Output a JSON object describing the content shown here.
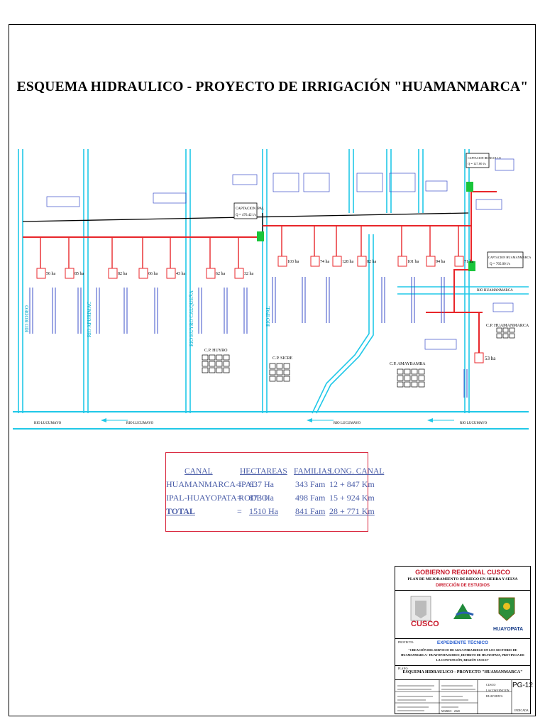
{
  "title": "ESQUEMA HIDRAULICO - PROYECTO DE IRRIGACIÓN \"HUAMANMARCA\"",
  "rivers": {
    "rodeo": "RIO RODEO",
    "apurimac": "RIO APURIMAC",
    "huyro_calquena": "RIO HUYRO CALQUEÑA",
    "ipal": "RIO IPAL",
    "huamanmarca": "RIO HUAMANMARCA",
    "lucumayo": "RIO LUCUMAYO"
  },
  "captaciones": {
    "ipal": "CAPTACION IPAL",
    "ipal_flow": "Q = 476.42 l/s",
    "huamanmarca": "CAPTACION HUAMANMARCA",
    "huamanmarca_flow": "Q = 765.00 l/s",
    "oncollo": "CAPTACION IRONCOLLO",
    "oncollo_flow": "Q = 127.00 l/s"
  },
  "centros_poblados": {
    "huyro": "C.P. HUYRO",
    "sicre": "C.P. SICRE",
    "amaybamba": "C.P. AMAYBAMBA",
    "huamanmarca": "C.P. HUAMANMARCA"
  },
  "areas": [
    {
      "label": "56 ha"
    },
    {
      "label": "85 ha"
    },
    {
      "label": "82 ha"
    },
    {
      "label": "66 ha"
    },
    {
      "label": "43 ha"
    },
    {
      "label": "62 ha"
    },
    {
      "label": "32 ha"
    },
    {
      "label": "103 ha"
    },
    {
      "label": "74 ha"
    },
    {
      "label": "128 ha"
    },
    {
      "label": "82 ha"
    },
    {
      "label": "101 ha"
    },
    {
      "label": "94 ha"
    },
    {
      "label": "71 ha"
    },
    {
      "label": "53 ha"
    }
  ],
  "summary": {
    "headers": {
      "canal": "CANAL",
      "hectareas": "HECTAREAS",
      "familias": "FAMILIAS",
      "longitud": "LONG. CANAL"
    },
    "rows": [
      {
        "canal": "HUAMANMARCA-IPAL",
        "eq": "=",
        "hectareas": "637 Ha",
        "familias": "343 Fam",
        "longitud": "12 + 847 Km"
      },
      {
        "canal": "IPAL-HUAYOPATA RODEO",
        "eq": "=",
        "hectareas": "873 Ha",
        "familias": "498 Fam",
        "longitud": "15 + 924 Km"
      },
      {
        "canal": "TOTAL",
        "eq": "=",
        "hectareas": "1510 Ha",
        "familias": "841 Fam",
        "longitud": "28 + 771 Km"
      }
    ]
  },
  "titleblock": {
    "org": "GOBIERNO REGIONAL CUSCO",
    "subtitle": "PLAN DE MEJORAMIENTO DE RIEGO EN SIERRA Y SELVA",
    "direccion": "DIRECCIÓN DE ESTUDIOS",
    "logo_left": "CUSCO",
    "logo_right": "HUAYOPATA",
    "expediente": "EXPEDIENTE TÉCNICO",
    "proyecto_label": "PROYECTO:",
    "proyecto_text": "\"CREACIÓN DEL SERVICIO DE AGUA PARA RIEGO EN LOS SECTORES DE HUAMANMARCA - HUAYOPATA RODEO, DISTRITO DE HUAYOPATA, PROVINCIA DE LA CONVENCIÓN, REGIÓN CUSCO\"",
    "plano_label": "PLANO:",
    "plano_text": "ESQUEMA HIDRAULICO - PROYECTO \"HUAMANMARCA\"",
    "sheet": "PG-12",
    "region": "CUSCO",
    "provincia": "LA CONVENCION",
    "distrito": "HUAYOPATA",
    "fecha": "MARZO - 2020",
    "escala": "INDICADA"
  },
  "colors": {
    "canal": "#e8262a",
    "river": "#20c8e8",
    "conduction": "#000000",
    "label_box": "#3b4fc8",
    "captacion": "#19c53a",
    "table_border": "#d8233a",
    "table_text": "#4b5ea8"
  }
}
